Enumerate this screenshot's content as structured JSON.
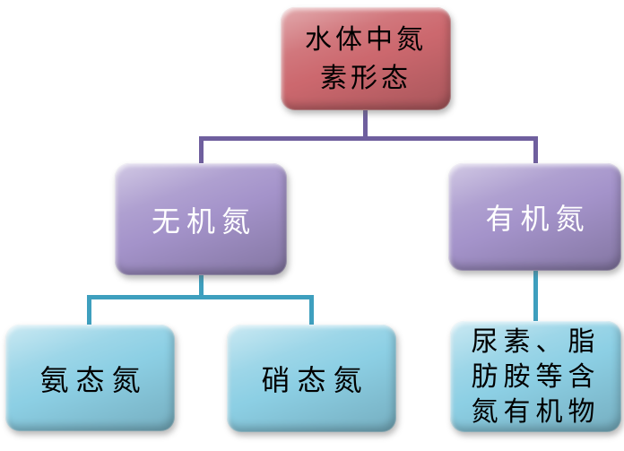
{
  "diagram": {
    "type": "flowchart-hierarchy",
    "nodes": {
      "root": {
        "label": "水体中氮素形态",
        "lines": [
          "水体中氮",
          "素形态"
        ],
        "level": "top"
      },
      "inorganic": {
        "label": "无机氮",
        "level": "middle"
      },
      "organic": {
        "label": "有机氮",
        "level": "middle"
      },
      "ammonia": {
        "label": "氨态氮",
        "level": "bottom"
      },
      "nitrate": {
        "label": "硝态氮",
        "level": "bottom"
      },
      "nitrogen_organics": {
        "label": "尿素、脂肪胺等含氮有机物",
        "lines": [
          "尿素、脂",
          "肪胺等含",
          "氮有机物"
        ],
        "level": "bottom"
      }
    },
    "edges": [
      {
        "from": "root",
        "to": "inorganic"
      },
      {
        "from": "root",
        "to": "organic"
      },
      {
        "from": "inorganic",
        "to": "ammonia"
      },
      {
        "from": "inorganic",
        "to": "nitrate"
      },
      {
        "from": "organic",
        "to": "nitrogen_organics"
      }
    ],
    "colors": {
      "root_fill": "#CC686E",
      "branch_fill": "#A493CA",
      "leaf_fill": "#8CCFE4",
      "connector_purple": "#6F5F9E",
      "connector_cyan": "#3E9FBE",
      "text_dark": "#000000",
      "text_light": "#FFFFFF",
      "background": "#FFFFFF"
    }
  }
}
